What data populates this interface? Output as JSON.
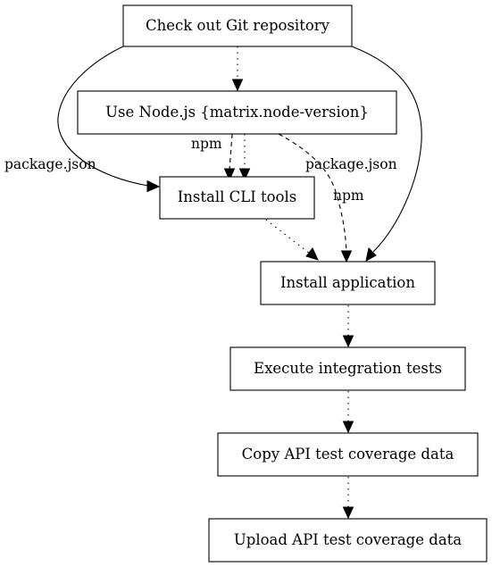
{
  "nodes": {
    "checkout": "Check out Git repository",
    "use_node": "Use Node.js {matrix.node-version}",
    "install_cli": "Install CLI tools",
    "install_app": "Install application",
    "execute_tests": "Execute integration tests",
    "copy_coverage": "Copy API test coverage data",
    "upload_coverage": "Upload API test coverage data"
  },
  "edge_labels": {
    "checkout_to_cli": "package.json",
    "node_to_cli": "npm",
    "checkout_to_app": "package.json",
    "node_to_app": "npm"
  },
  "edges": [
    {
      "from": "checkout",
      "to": "use_node",
      "style": "dotted"
    },
    {
      "from": "checkout",
      "to": "install_cli",
      "style": "solid",
      "label": "package.json"
    },
    {
      "from": "checkout",
      "to": "install_app",
      "style": "solid",
      "label": "package.json"
    },
    {
      "from": "use_node",
      "to": "install_cli",
      "style": "dashed",
      "label": "npm"
    },
    {
      "from": "use_node",
      "to": "install_cli",
      "style": "dotted"
    },
    {
      "from": "use_node",
      "to": "install_app",
      "style": "dashed",
      "label": "npm"
    },
    {
      "from": "install_cli",
      "to": "install_app",
      "style": "dotted"
    },
    {
      "from": "install_app",
      "to": "execute_tests",
      "style": "dotted"
    },
    {
      "from": "execute_tests",
      "to": "copy_coverage",
      "style": "dotted"
    },
    {
      "from": "copy_coverage",
      "to": "upload_coverage",
      "style": "dotted"
    }
  ]
}
